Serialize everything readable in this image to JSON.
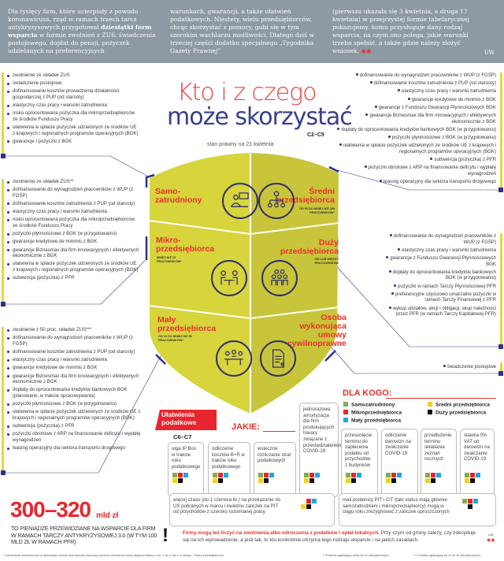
{
  "intro": {
    "col1_a": "Dla tysięcy firm, które ucierpiały z powodu koronawirusa, rząd w ramach trzech tarcz antykryzysowych przygotował ",
    "col1_bold": "dziesiątki form wsparcia",
    "col1_b": " w formie zwolnień z ZUS, świadczenia postojowego, dopłat do pensji, pożyczek udzielanych na preferencyjnych",
    "col2": "warunkach, gwarancji, a także ułatwień podatkowych. Niestety, wielu przedsiębiorców, chcąc skorzystać z pomocy, gubi się w tym szerokim wachlarzu możliwości. Dlatego dziś w trzeciej części dodatku specjalnego „Tygodnika Gazety Prawnej”",
    "col3": "(pierwsza ukazała się 3 kwietnia, a druga 17 kwietnia) w przejrzystej formie tabelarycznej pokazujemy, komu przysługuje dany rodzaj wsparcia, na czym ono polega, jakie warunki trzeba spełnić, a także gdzie należy złożyć wniosek.",
    "author": "UW"
  },
  "title": {
    "line1": "Kto i z czego",
    "line2": "może skorzystać",
    "pages": "C2–C5",
    "subtitle": "stan prawny na 21 kwietnia"
  },
  "colors": {
    "samozatrudniony": "#7fae52",
    "mikro": "#e8262d",
    "maly": "#1fa8e0",
    "sredni": "#f7d117",
    "duzy": "#111111",
    "accent": "#e8312d",
    "navy": "#2f2f8a",
    "shield": "#d5d23a"
  },
  "segments": {
    "samozatrudniony": {
      "label": "Samo-\nzatrudniony",
      "icon": "person-laptop-icon"
    },
    "sredni": {
      "label": "Średni\nprzedsiębiorca",
      "note": "od 50 do mniej niż 250 pracowników*",
      "icon": "org-chart-icon"
    },
    "mikro": {
      "label": "Mikro-\nprzedsiębiorca",
      "note": "mniej niż 10 pracowników*",
      "icon": "two-people-table-icon"
    },
    "duzy": {
      "label": "Duży\nprzedsiębiorca",
      "note": "250 lub więcej pracowników",
      "icon": "group-icon"
    },
    "maly": {
      "label": "Mały\nprzedsiębiorca",
      "note": "od 10 do mniej niż 50 pracowników*",
      "icon": "meeting-icon"
    },
    "osoba": {
      "label": "Osoba\nwykonująca\numowy\ncywilnoprawne",
      "icon": "document-icon"
    }
  },
  "lists": {
    "samozatrudniony": [
      "zwolnienie ze składek ZUS",
      "świadczenie postojowe",
      "dofinansowanie kosztów prowadzenia działalności gospodarczej z PUP (od starosty)",
      "elastyczny czas pracy i warunki zatrudnienia",
      "nisko oprocentowana pożyczka dla mikroprzedsiębiorców ze środków Funduszu Pracy",
      "ułatwienia w spłacie pożyczek udzielonych ze środków UE z krajowych i regionalnych programów operacyjnych (BGK)",
      "gwarancje i pożyczki z BGK"
    ],
    "mikro": [
      "zwolnienie ze składek ZUS**",
      "dofinansowanie do wynagrodzeń pracowników z WUP (z FGŚP)",
      "dofinansowanie kosztów zatrudnienia z PUP (od starosty)",
      "elastyczny czas pracy i warunki zatrudnienia",
      "nisko oprocentowana pożyczka dla mikroprzedsiębiorców ze środków Funduszu Pracy",
      "pożyczki płynnościowe z BGK (w przygotowaniu)",
      "gwarancje kredytowe de minimis z BGK",
      "gwarancje Biznesmax dla firm innowacyjnych i efektywnych ekonomicznie z BGK",
      "ułatwienia w spłacie pożyczek udzielonych ze środków UE z krajowych i regionalnych programów operacyjnych (BGK)",
      "subwencja (pożyczka) z PFR"
    ],
    "maly": [
      "zwolnienie z 50 proc. składek ZUS***",
      "dofinansowanie do wynagrodzeń pracowników z WUP (z FGŚP)",
      "dofinansowanie kosztów zatrudnienia z PUP (od starosty)",
      "elastyczny czas pracy i warunki zatrudnienia",
      "gwarancje kredytowe de minimis z BGK",
      "gwarancje Biznesmax dla firm innowacyjnych i efektywnych ekonomicznie z BGK",
      "dopłaty do oprocentowania kredytów bankowych BGK (planowane, w trakcie opracowywania)",
      "pożyczki płynnościowe z BGK (w przygotowaniu)",
      "ułatwienia w spłacie pożyczek udzielonych ze środków UE z krajowych i regionalnych programów operacyjnych (BGK)",
      "subwencja (pożyczka) z PFR",
      "pożyczki obrotowe z ARP na finansowanie deficytu i wypłatę wynagrodzeń",
      "leasing operacyjny dla sektora transportu drogowego"
    ],
    "sredni": [
      "dofinansowanie do wynagrodzeń pracowników z WUP (z FGŚP)",
      "dofinansowanie kosztów zatrudnienia z PUP (od starosty)",
      "elastyczny czas pracy i warunki zatrudnienia",
      "gwarancje kredytowe de minimis z BGK",
      "gwarancje z Funduszu Gwarancji Płynnościowych BGK",
      "gwarancje Biznesmax dla firm innowacyjnych i efektywnych ekonomicznie z BGK",
      "dopłaty do oprocentowania kredytów bankowych BGK (w przygotowaniu)",
      "pożyczki płynnościowe z BGK (w przygotowaniu)",
      "ułatwienia w spłacie pożyczek udzielonych ze środków UE z krajowych i regionalnych programów operacyjnych (BGK)",
      "subwencja (pożyczka) z PFR",
      "pożyczki obrotowe z ARP na finansowanie deficytu i wypłatę wynagrodzeń",
      "leasing operacyjny dla sektora transportu drogowego"
    ],
    "duzy": [
      "dofinansowanie do wynagrodzeń pracowników z WUP (z FGŚP)",
      "elastyczny czas pracy i warunki zatrudnienia",
      "gwarancje z Funduszu Gwarancji Płynnościowych BGK",
      "dopłaty do oprocentowania kredytów bankowych BGK (w przygotowaniu)",
      "pożyczki w ramach Tarczy Płynnościowej PFR",
      "preferencyjne częściowo umarzalne pożyczki w ramach Tarczy Finansowej z PFR",
      "wykup udziałów, akcji i obligacji, skup należności przez PFR (w ramach Tarczy Kapitałowej PFR)"
    ],
    "osoba": [
      "świadczenie postojowe"
    ]
  },
  "tax": {
    "tag": "Ułatwienia podatkowe",
    "heading": "JAKIE:",
    "pages": "C6–C7",
    "boxes": [
      {
        "text": "ulga IP Box w trakcie roku podatkowego",
        "groups": [
          "samozatrudniony",
          "mikro",
          "maly",
          "sredni",
          "duzy"
        ]
      },
      {
        "text": "odliczenie kosztów B+R w trakcie roku podatkowego",
        "groups": [
          "samozatrudniony",
          "mikro",
          "maly",
          "sredni",
          "duzy"
        ]
      },
      {
        "text": "wsteczne rozliczanie strat podatkowych",
        "groups": [
          "samozatrudniony",
          "mikro",
          "maly",
          "sredni",
          "duzy"
        ]
      },
      {
        "text": "jednorazowa amortyzacja dla firm produkujących towary związane z przeciwdziałaniem COVID-19",
        "groups": [
          "samozatrudniony",
          "mikro",
          "maly",
          "sredni",
          "duzy"
        ]
      },
      {
        "text": "przesunięcie terminu do zapłacenia podatku od przychodów z budynków",
        "groups": [
          "samozatrudniony",
          "mikro",
          "maly",
          "sredni",
          "duzy"
        ]
      },
      {
        "text": "odliczenie darowizn na zwalczanie COVID-19",
        "groups": [
          "samozatrudniony",
          "mikro",
          "maly",
          "sredni",
          "duzy"
        ]
      },
      {
        "text": "przedłużenie terminu składania zeznań rocznych",
        "groups": [
          "samozatrudniony",
          "mikro",
          "maly",
          "sredni",
          "duzy"
        ]
      },
      {
        "text": "stawka 0% VAT od darowizn na zwalczanie COVID-19",
        "groups": [
          "samozatrudniony",
          "mikro",
          "maly",
          "sredni",
          "duzy"
        ]
      },
      {
        "text": "więcej czasu (do 1 czerwca br.) na przekazanie do US pobranych w marcu i kwietniu zaliczek na PIT od przychodów z szeroko rozumianej pracy",
        "groups": [
          "mikro",
          "maly",
          "sredni",
          "duzy"
        ]
      },
      {
        "text": "mali podatnicy PIT i CIT (taki status mają głównie samozatrudnieni i mikroprzedsiębiorcy) mogą w ciągu roku zrezygnować z zaliczek uproszczonych",
        "groups": [
          "samozatrudniony",
          "mikro",
          "maly",
          "duzy"
        ]
      }
    ]
  },
  "legend": {
    "heading": "DLA KOGO:",
    "items": [
      {
        "key": "samozatrudniony",
        "label": "Samozatrudniony"
      },
      {
        "key": "mikro",
        "label": "Mikroprzedsiębiorca"
      },
      {
        "key": "maly",
        "label": "Mały przedsiębiorca"
      },
      {
        "key": "sredni",
        "label": "Średni przedsiębiorca"
      },
      {
        "key": "duzy",
        "label": "Duży przedsiębiorca"
      }
    ]
  },
  "total": {
    "amount": "300–320",
    "unit": "mld zł",
    "caption": "TO PIENIĄDZE PRZEWIDZIANE NA WSPARCIE DLA FIRM W RAMACH TARCZY ANTYKRYZYSOWEJ 3.0 (W TYM 100 MLD ZŁ W RAMACH PFR)"
  },
  "warning": {
    "red": "Firmy mogą też liczyć na zwolnienia albo odroczenia z podatków i opłat lokalnych.",
    "rest": " Przy czym od gminy zależy, czy zdecyduje się na ich wprowadzenie, a jeśli tak, to kto konkretnie otrzyma tego rodzaju wsparcie i na jakich zasadach.",
    "author": "UW"
  },
  "footnotes": [
    "* Zatrudnienie średnioroczne w ustawowym okresie plus warunek dotyczący poziomu obrotów lub sumy aktywów bilansu z art. 7 ust. 1 pkt 1–3 ustawy – Prawo przedsiębiorców.",
    "** Podmiot zgłaszający mniej niż 10 ubezpieczonych.",
    "*** Podmiot zgłaszający od 10 do 49 ubezpieczonych."
  ]
}
